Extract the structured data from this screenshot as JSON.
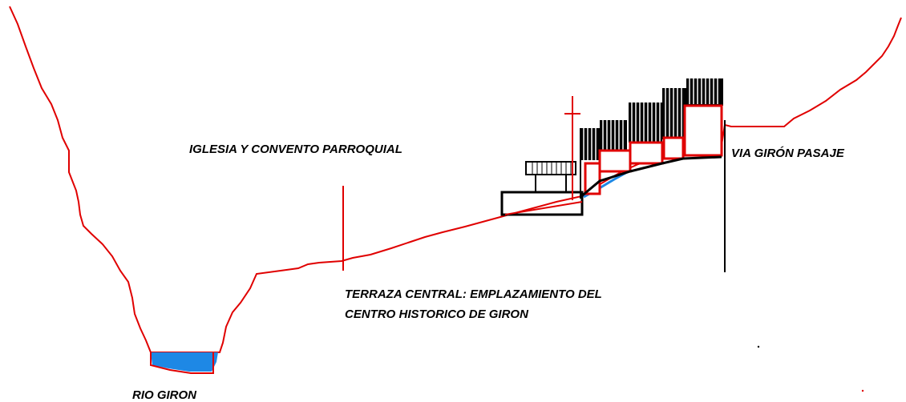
{
  "labels": {
    "iglesia": "IGLESIA Y CONVENTO PARROQUIAL",
    "via": "VIA GIRÓN PASAJE",
    "terraza_line1": "TERRAZA CENTRAL: EMPLAZAMIENTO DEL",
    "terraza_line2": "CENTRO HISTORICO DE GIRON",
    "rio": "RIO GIRON"
  },
  "colors": {
    "terrain": "#e00000",
    "water": "#1e88e5",
    "structure": "#000000"
  }
}
